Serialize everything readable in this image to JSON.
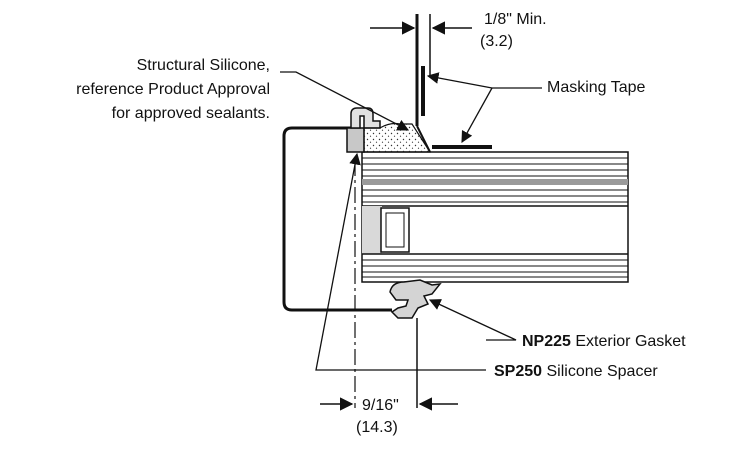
{
  "labels": {
    "gap_top_dim": "1/8\" Min.",
    "gap_top_metric": "(3.2)",
    "structural_silicone_line1": "Structural Silicone,",
    "structural_silicone_line2": "reference Product Approval",
    "structural_silicone_line3": "for approved sealants.",
    "masking_tape": "Masking Tape",
    "gasket_code": "NP225",
    "gasket_desc": " Exterior Gasket",
    "spacer_code": "SP250",
    "spacer_desc": " Silicone Spacer",
    "bite_dim": "9/16\"",
    "bite_metric": "(14.3)"
  },
  "colors": {
    "line": "#111111",
    "glass_fill": "#ffffff",
    "dark_lite": "#9a9a9a",
    "spacer_fill": "#c8c8c8",
    "gasket_fill": "#d4d4d4"
  }
}
